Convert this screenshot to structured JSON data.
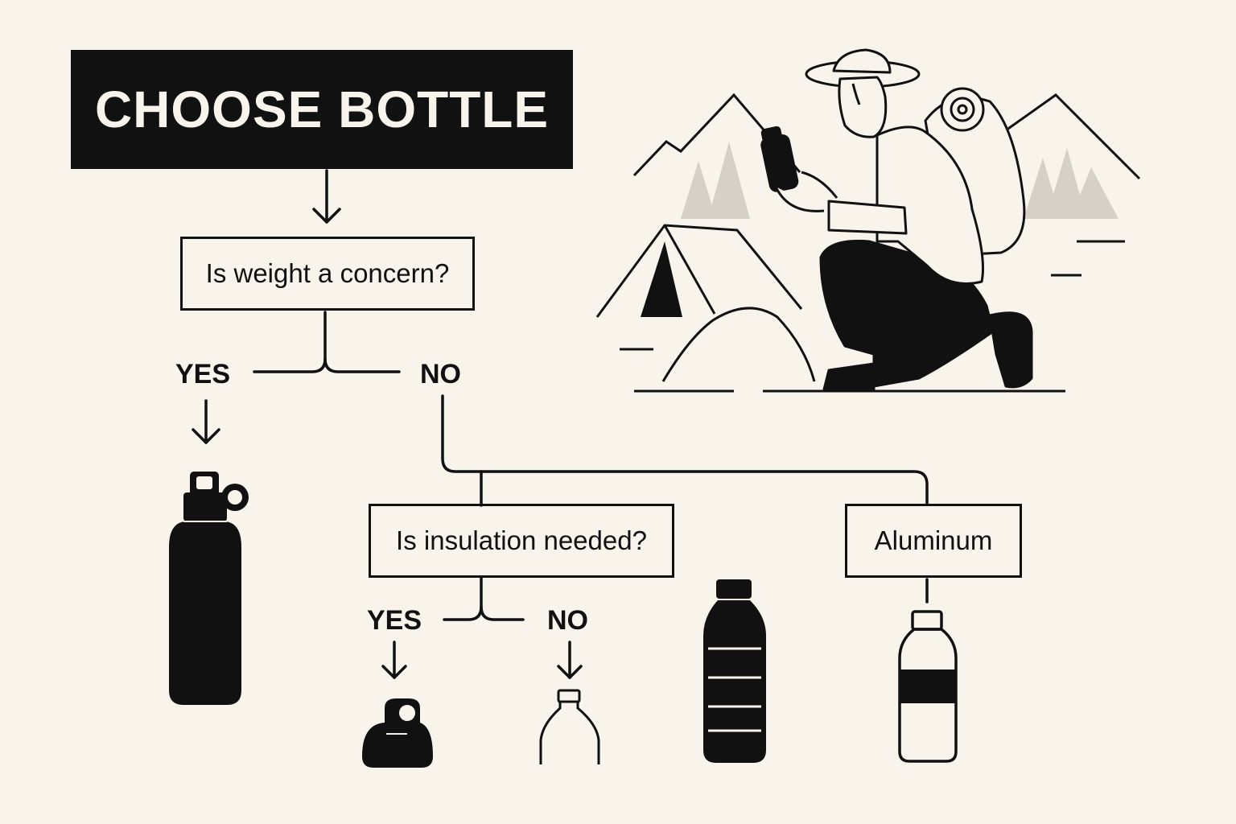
{
  "title": "CHOOSE BOTTLE",
  "question_weight": "Is weight a concern?",
  "question_insulation": "Is insulation needed?",
  "material_aluminum": "Aluminum",
  "labels": {
    "yes_1": "YES",
    "no_1": "NO",
    "yes_2": "YES",
    "no_2": "NO"
  },
  "colors": {
    "background": "#f8f4ec",
    "ink": "#111111",
    "tree_gray": "#d6d0c6"
  },
  "icons": [
    "hiker-illustration",
    "mountain-icon",
    "tent-icon",
    "tree-icon",
    "rock-icon",
    "insulated-bottle-icon",
    "bottle-cap-icon",
    "narrow-bottle-icon",
    "plastic-bottle-icon",
    "aluminum-bottle-icon"
  ]
}
